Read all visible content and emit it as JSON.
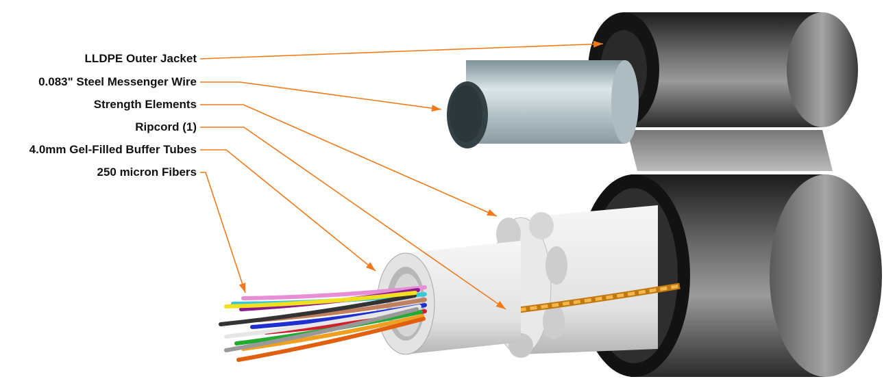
{
  "diagram": {
    "labels": [
      {
        "id": "outer-jacket",
        "text": "LLDPE Outer Jacket"
      },
      {
        "id": "messenger-wire",
        "text": "0.083\" Steel Messenger Wire"
      },
      {
        "id": "strength-elements",
        "text": "Strength Elements"
      },
      {
        "id": "ripcord",
        "text": "Ripcord (1)"
      },
      {
        "id": "buffer-tubes",
        "text": "4.0mm Gel-Filled Buffer Tubes"
      },
      {
        "id": "fibers",
        "text": "250 micron Fibers"
      }
    ],
    "colors": {
      "leader": "#f07a1a",
      "jacket": "#3a3a3a",
      "wire": "#b9c7cc",
      "fill": "#e8e8e8",
      "ripcord": "#e0a030"
    },
    "fiber_colors": [
      "#e68fd6",
      "#33c9d6",
      "#c08060",
      "#1f2fd0",
      "#d02030",
      "#8c1a8c",
      "#333333",
      "#f0f0f0",
      "#22aa33",
      "#f0a020",
      "#999999",
      "#e06010",
      "#f0e020"
    ]
  }
}
